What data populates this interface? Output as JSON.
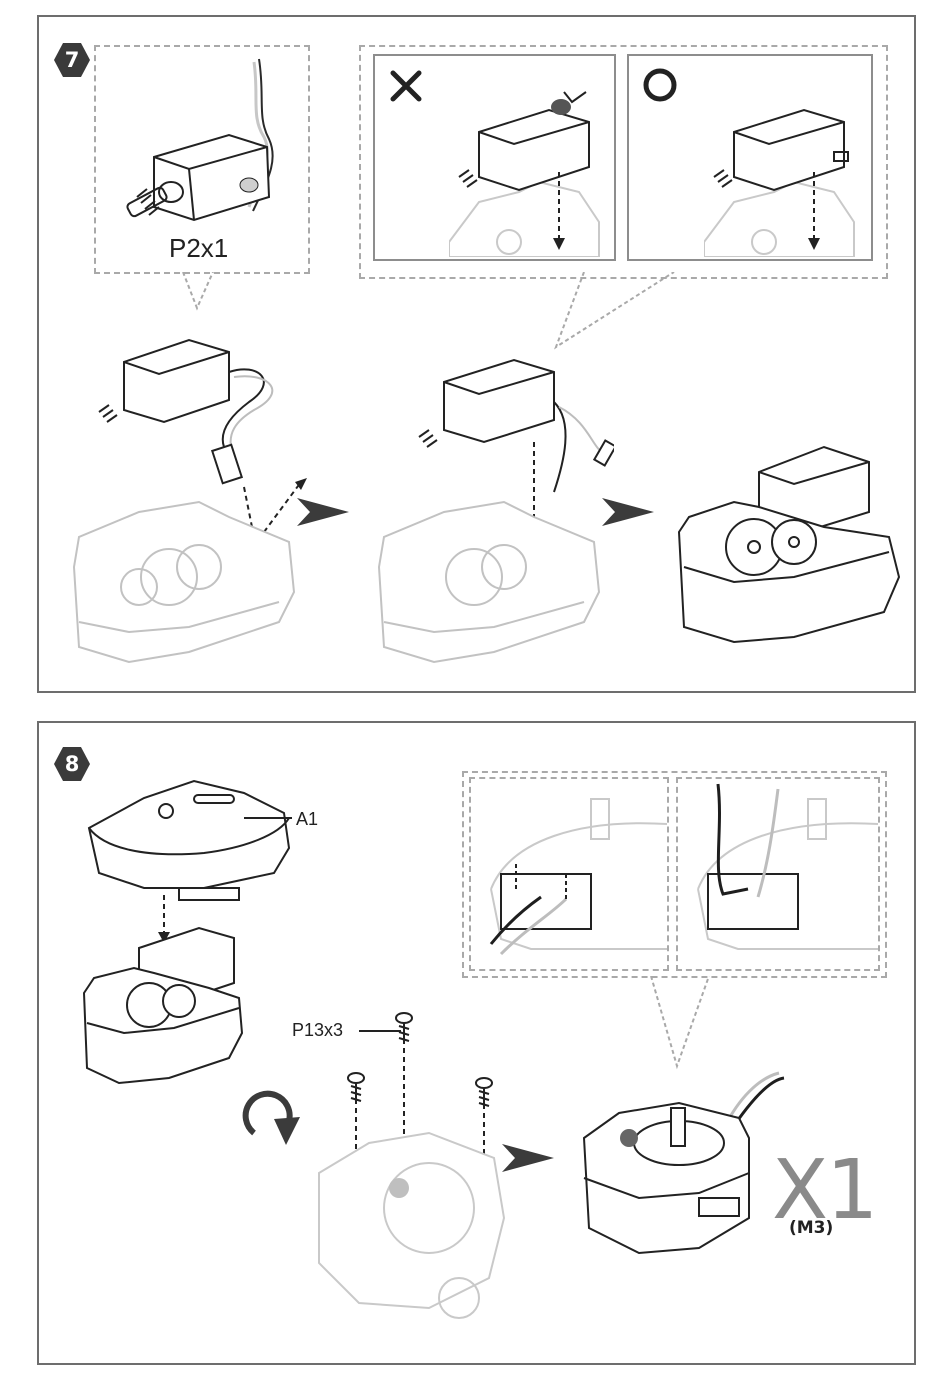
{
  "step7": {
    "badge": "7",
    "part_label": "P2x1",
    "wrong_mark": "wrong-x-icon",
    "right_mark": "right-o-icon"
  },
  "step8": {
    "badge": "8",
    "part_a1": "A1",
    "screw_label": "P13x3",
    "result_qty": "X1",
    "result_model": "(M3)"
  },
  "colors": {
    "frame": "#6d6d6d",
    "dashed": "#a9a9a9",
    "badge": "#3a3a3a",
    "arrow": "#3b3b3b",
    "ghost_line": "#bdbdbd",
    "dark_line": "#1e1e1e",
    "qty_gray": "#8a8a8a"
  }
}
